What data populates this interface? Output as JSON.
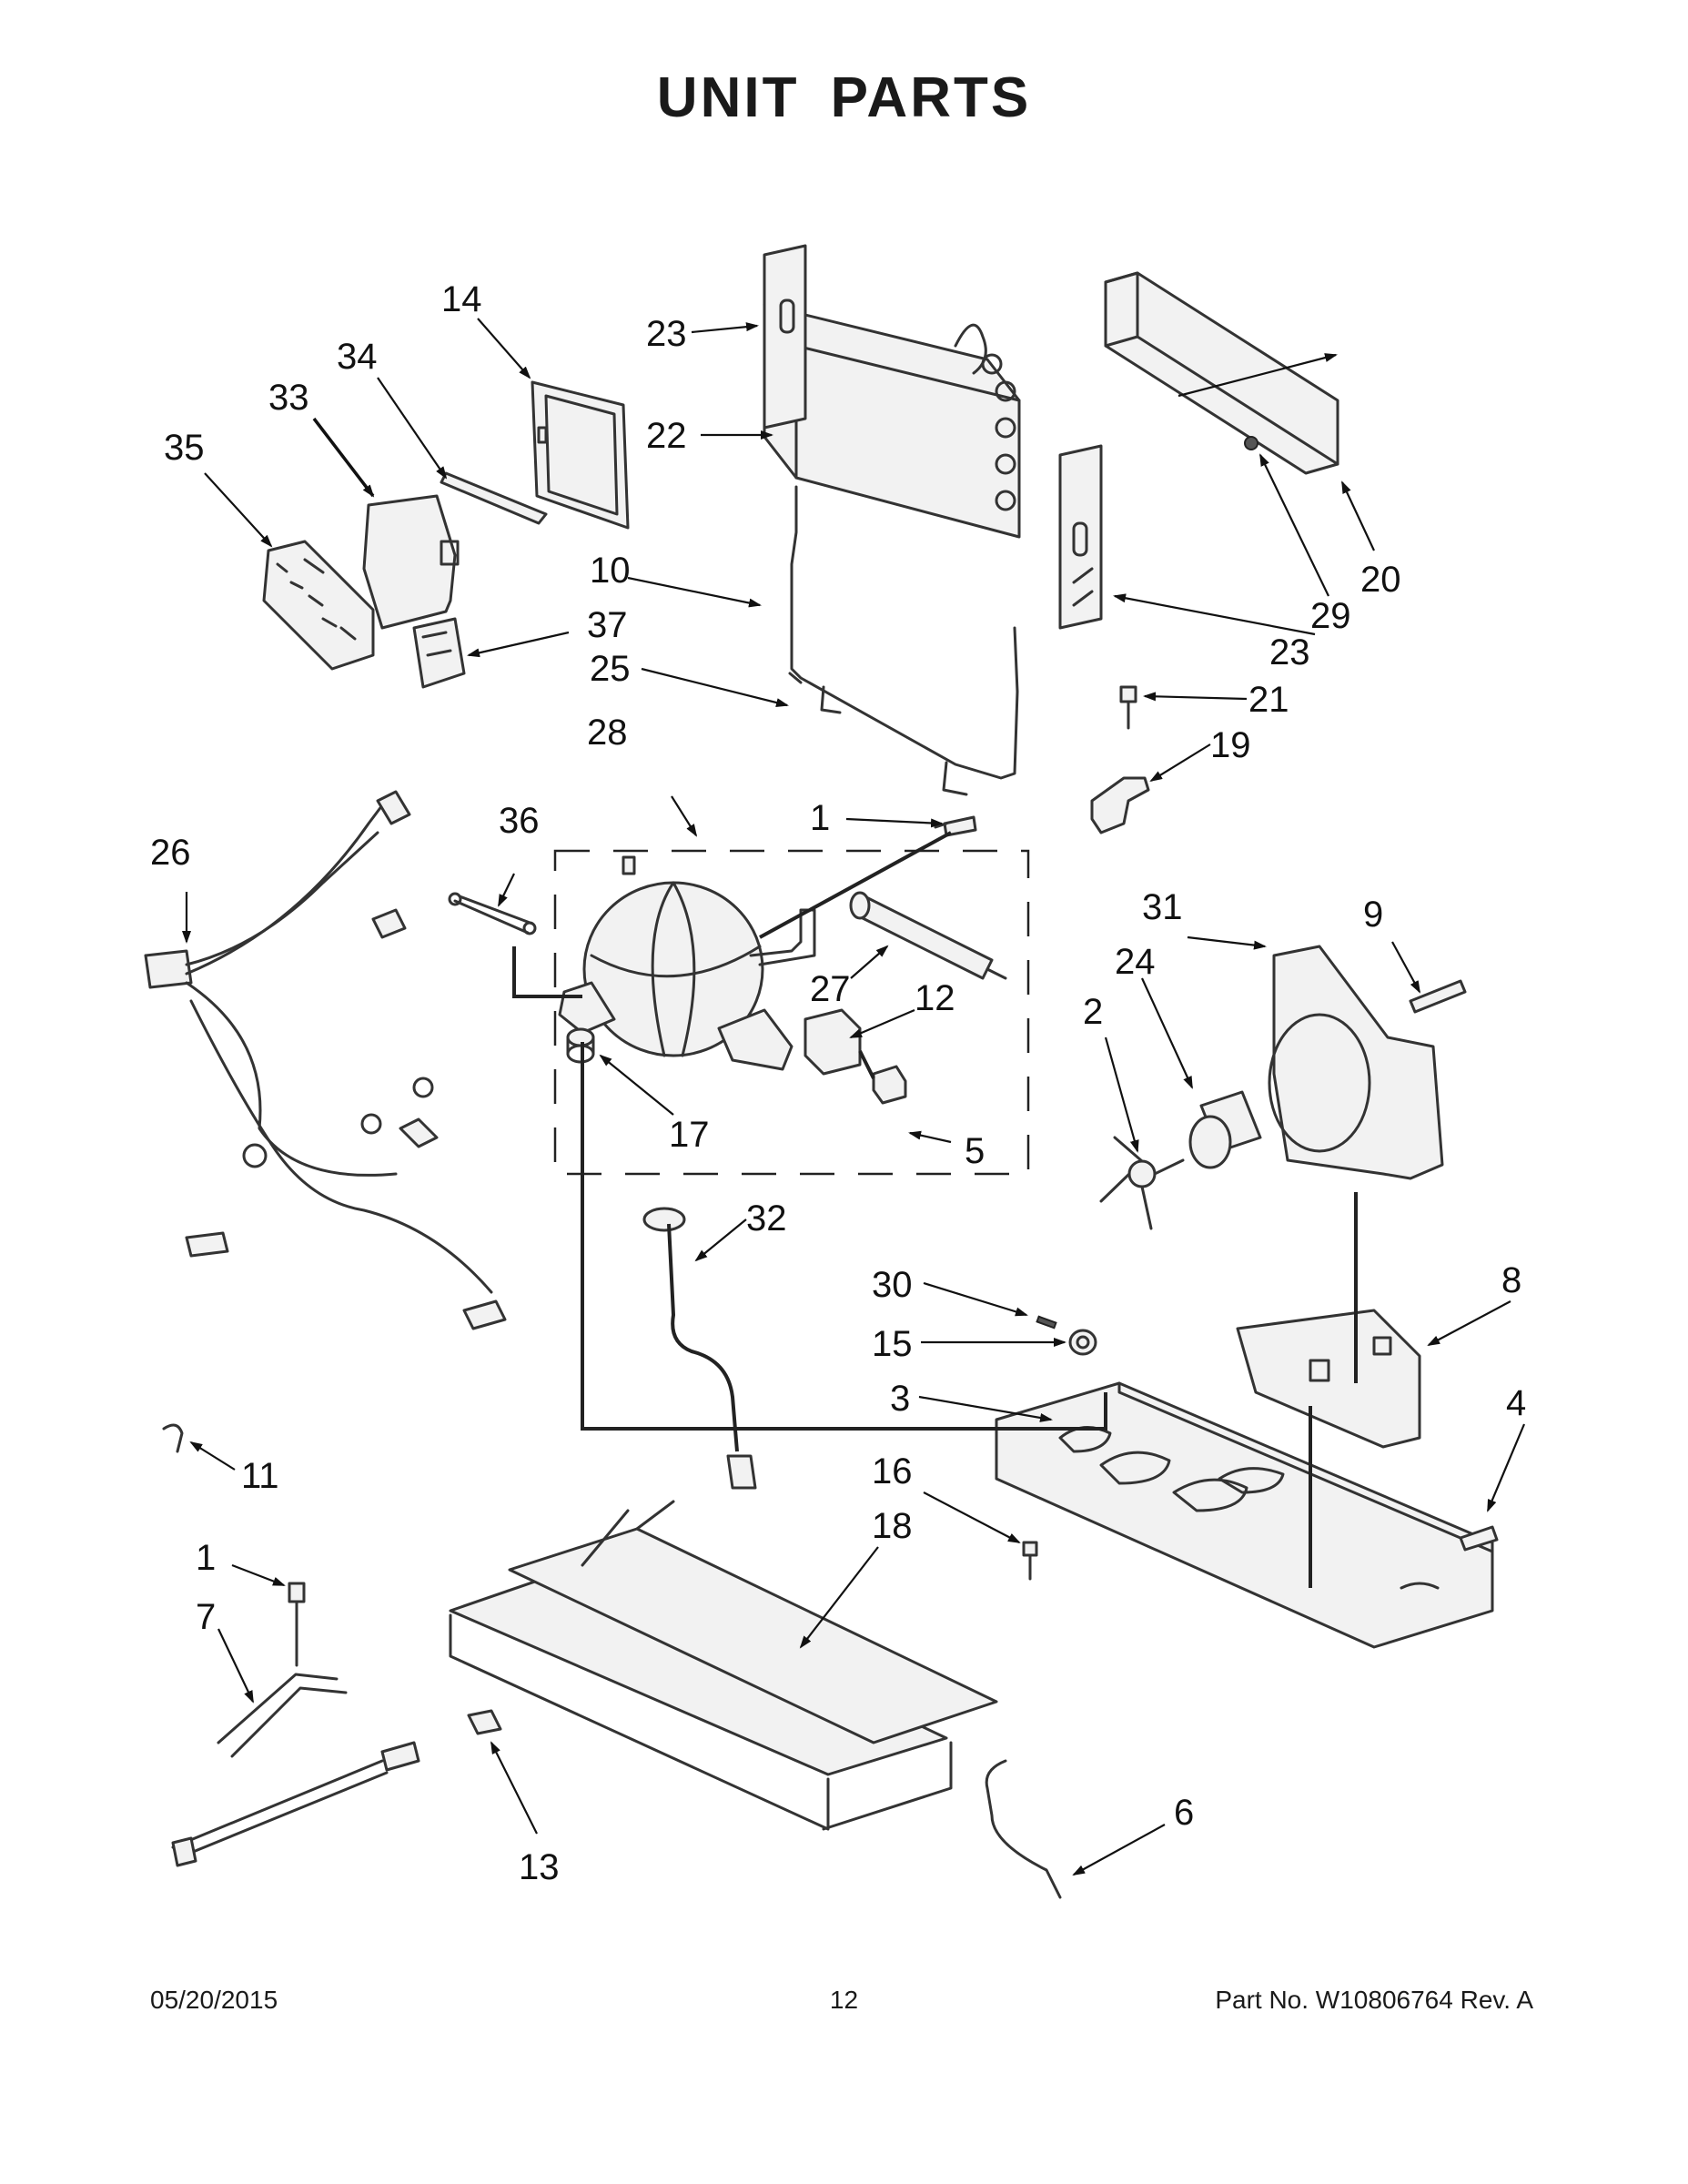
{
  "title": "UNIT PARTS",
  "callouts": {
    "c1a": "1",
    "c1b": "1",
    "c2": "2",
    "c3": "3",
    "c4": "4",
    "c5": "5",
    "c6": "6",
    "c7": "7",
    "c8": "8",
    "c9": "9",
    "c10": "10",
    "c11": "11",
    "c12": "12",
    "c13": "13",
    "c14": "14",
    "c15": "15",
    "c16": "16",
    "c17": "17",
    "c18": "18",
    "c19": "19",
    "c20": "20",
    "c21": "21",
    "c22": "22",
    "c23a": "23",
    "c23b": "23",
    "c24": "24",
    "c25": "25",
    "c26": "26",
    "c27": "27",
    "c28": "28",
    "c29": "29",
    "c30": "30",
    "c31": "31",
    "c32": "32",
    "c33": "33",
    "c34": "34",
    "c35": "35",
    "c36": "36",
    "c37": "37"
  },
  "footer": {
    "date": "05/20/2015",
    "page": "12",
    "part_no": "Part No.  W10806764  Rev.  A"
  }
}
